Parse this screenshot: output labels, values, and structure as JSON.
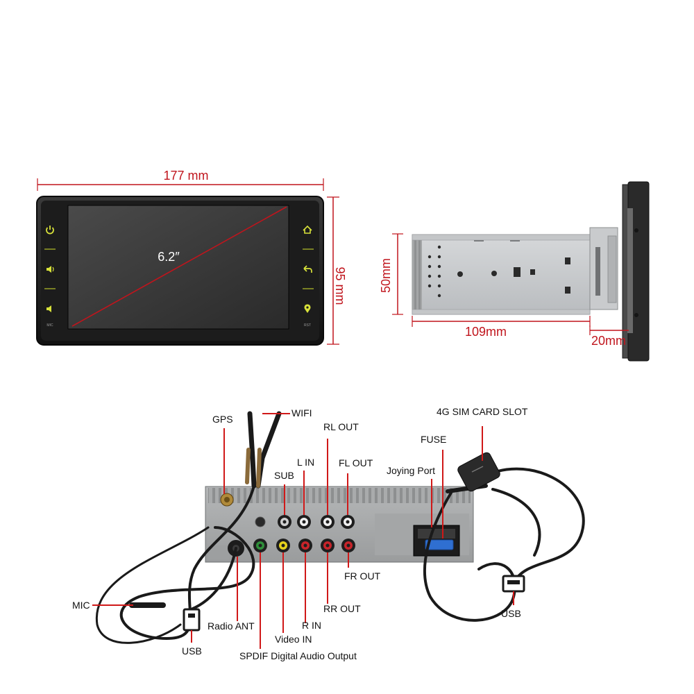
{
  "colors": {
    "dimension_line": "#c0141c",
    "callout_line": "#d01818",
    "button_glow": "#d8e23a",
    "cable": "#1a1a1a",
    "chassis": "#a8aaaa",
    "sim_connector": "#2f6fd1"
  },
  "front_view": {
    "width_label": "177 mm",
    "height_label": "95 mm",
    "diagonal_label": "6.2″",
    "left_buttons": [
      {
        "icon": "power-icon",
        "label": ""
      },
      {
        "icon": "volume-up-icon",
        "label": ""
      },
      {
        "icon": "volume-down-icon",
        "label": ""
      }
    ],
    "right_buttons": [
      {
        "icon": "home-icon",
        "label": ""
      },
      {
        "icon": "back-icon",
        "label": ""
      },
      {
        "icon": "location-icon",
        "label": ""
      }
    ],
    "left_hole_label": "MIC",
    "right_hole_label": "RST"
  },
  "side_view": {
    "height_label": "50mm",
    "depth_label": "109mm",
    "front_depth_label": "20mm"
  },
  "rear_view": {
    "labels": {
      "gps": "GPS",
      "wifi": "WIFI",
      "rl_out": "RL OUT",
      "l_in": "L IN",
      "sub": "SUB",
      "fl_out": "FL OUT",
      "joying_port": "Joying Port",
      "fuse": "FUSE",
      "sim_slot": "4G SIM CARD SLOT",
      "fr_out": "FR OUT",
      "rr_out": "RR OUT",
      "r_in": "R IN",
      "video_in": "Video IN",
      "radio_ant": "Radio ANT",
      "spdif": "SPDIF Digital Audio Output",
      "mic": "MIC",
      "usb_left": "USB",
      "usb_right": "USB"
    }
  }
}
